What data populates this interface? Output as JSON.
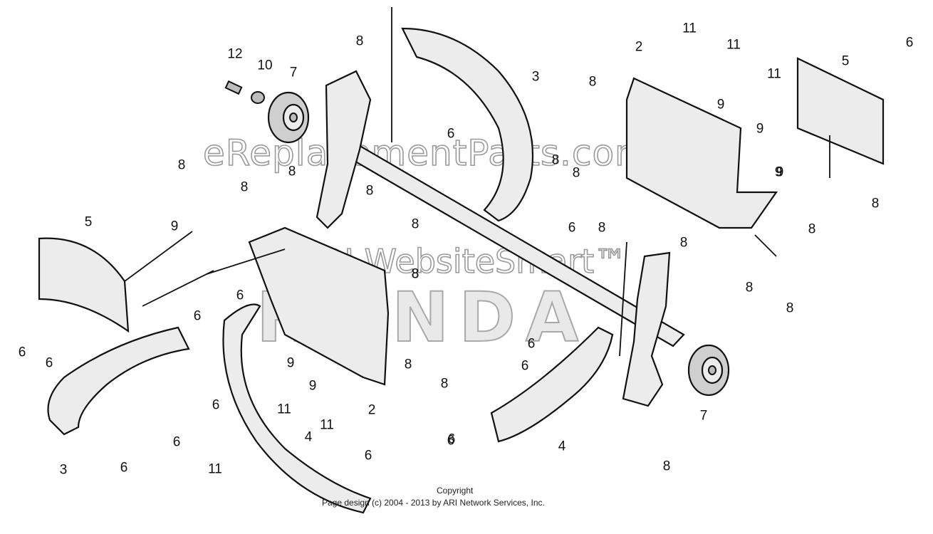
{
  "watermarks": {
    "site": "eReplacementParts.com",
    "ari": "ARI WebsiteSmart™",
    "brand": "HONDA"
  },
  "copyright": {
    "line1": "Copyright",
    "line2": "Page design (c) 2004 - 2013 by ARI Network Services, Inc."
  },
  "callouts": [
    "12",
    "10",
    "7",
    "8",
    "3",
    "6",
    "2",
    "11",
    "11",
    "11",
    "6",
    "5",
    "8",
    "9",
    "9",
    "9",
    "8",
    "8",
    "8",
    "8",
    "8",
    "8",
    "6",
    "8",
    "8",
    "8",
    "8",
    "9",
    "5",
    "9",
    "6",
    "6",
    "6",
    "8",
    "6",
    "8",
    "8",
    "8",
    "6",
    "9",
    "6",
    "9",
    "11",
    "8",
    "6",
    "6",
    "2",
    "6",
    "11",
    "11",
    "3",
    "6",
    "4",
    "4",
    "7",
    "6",
    "8",
    "6",
    "8",
    "8"
  ]
}
